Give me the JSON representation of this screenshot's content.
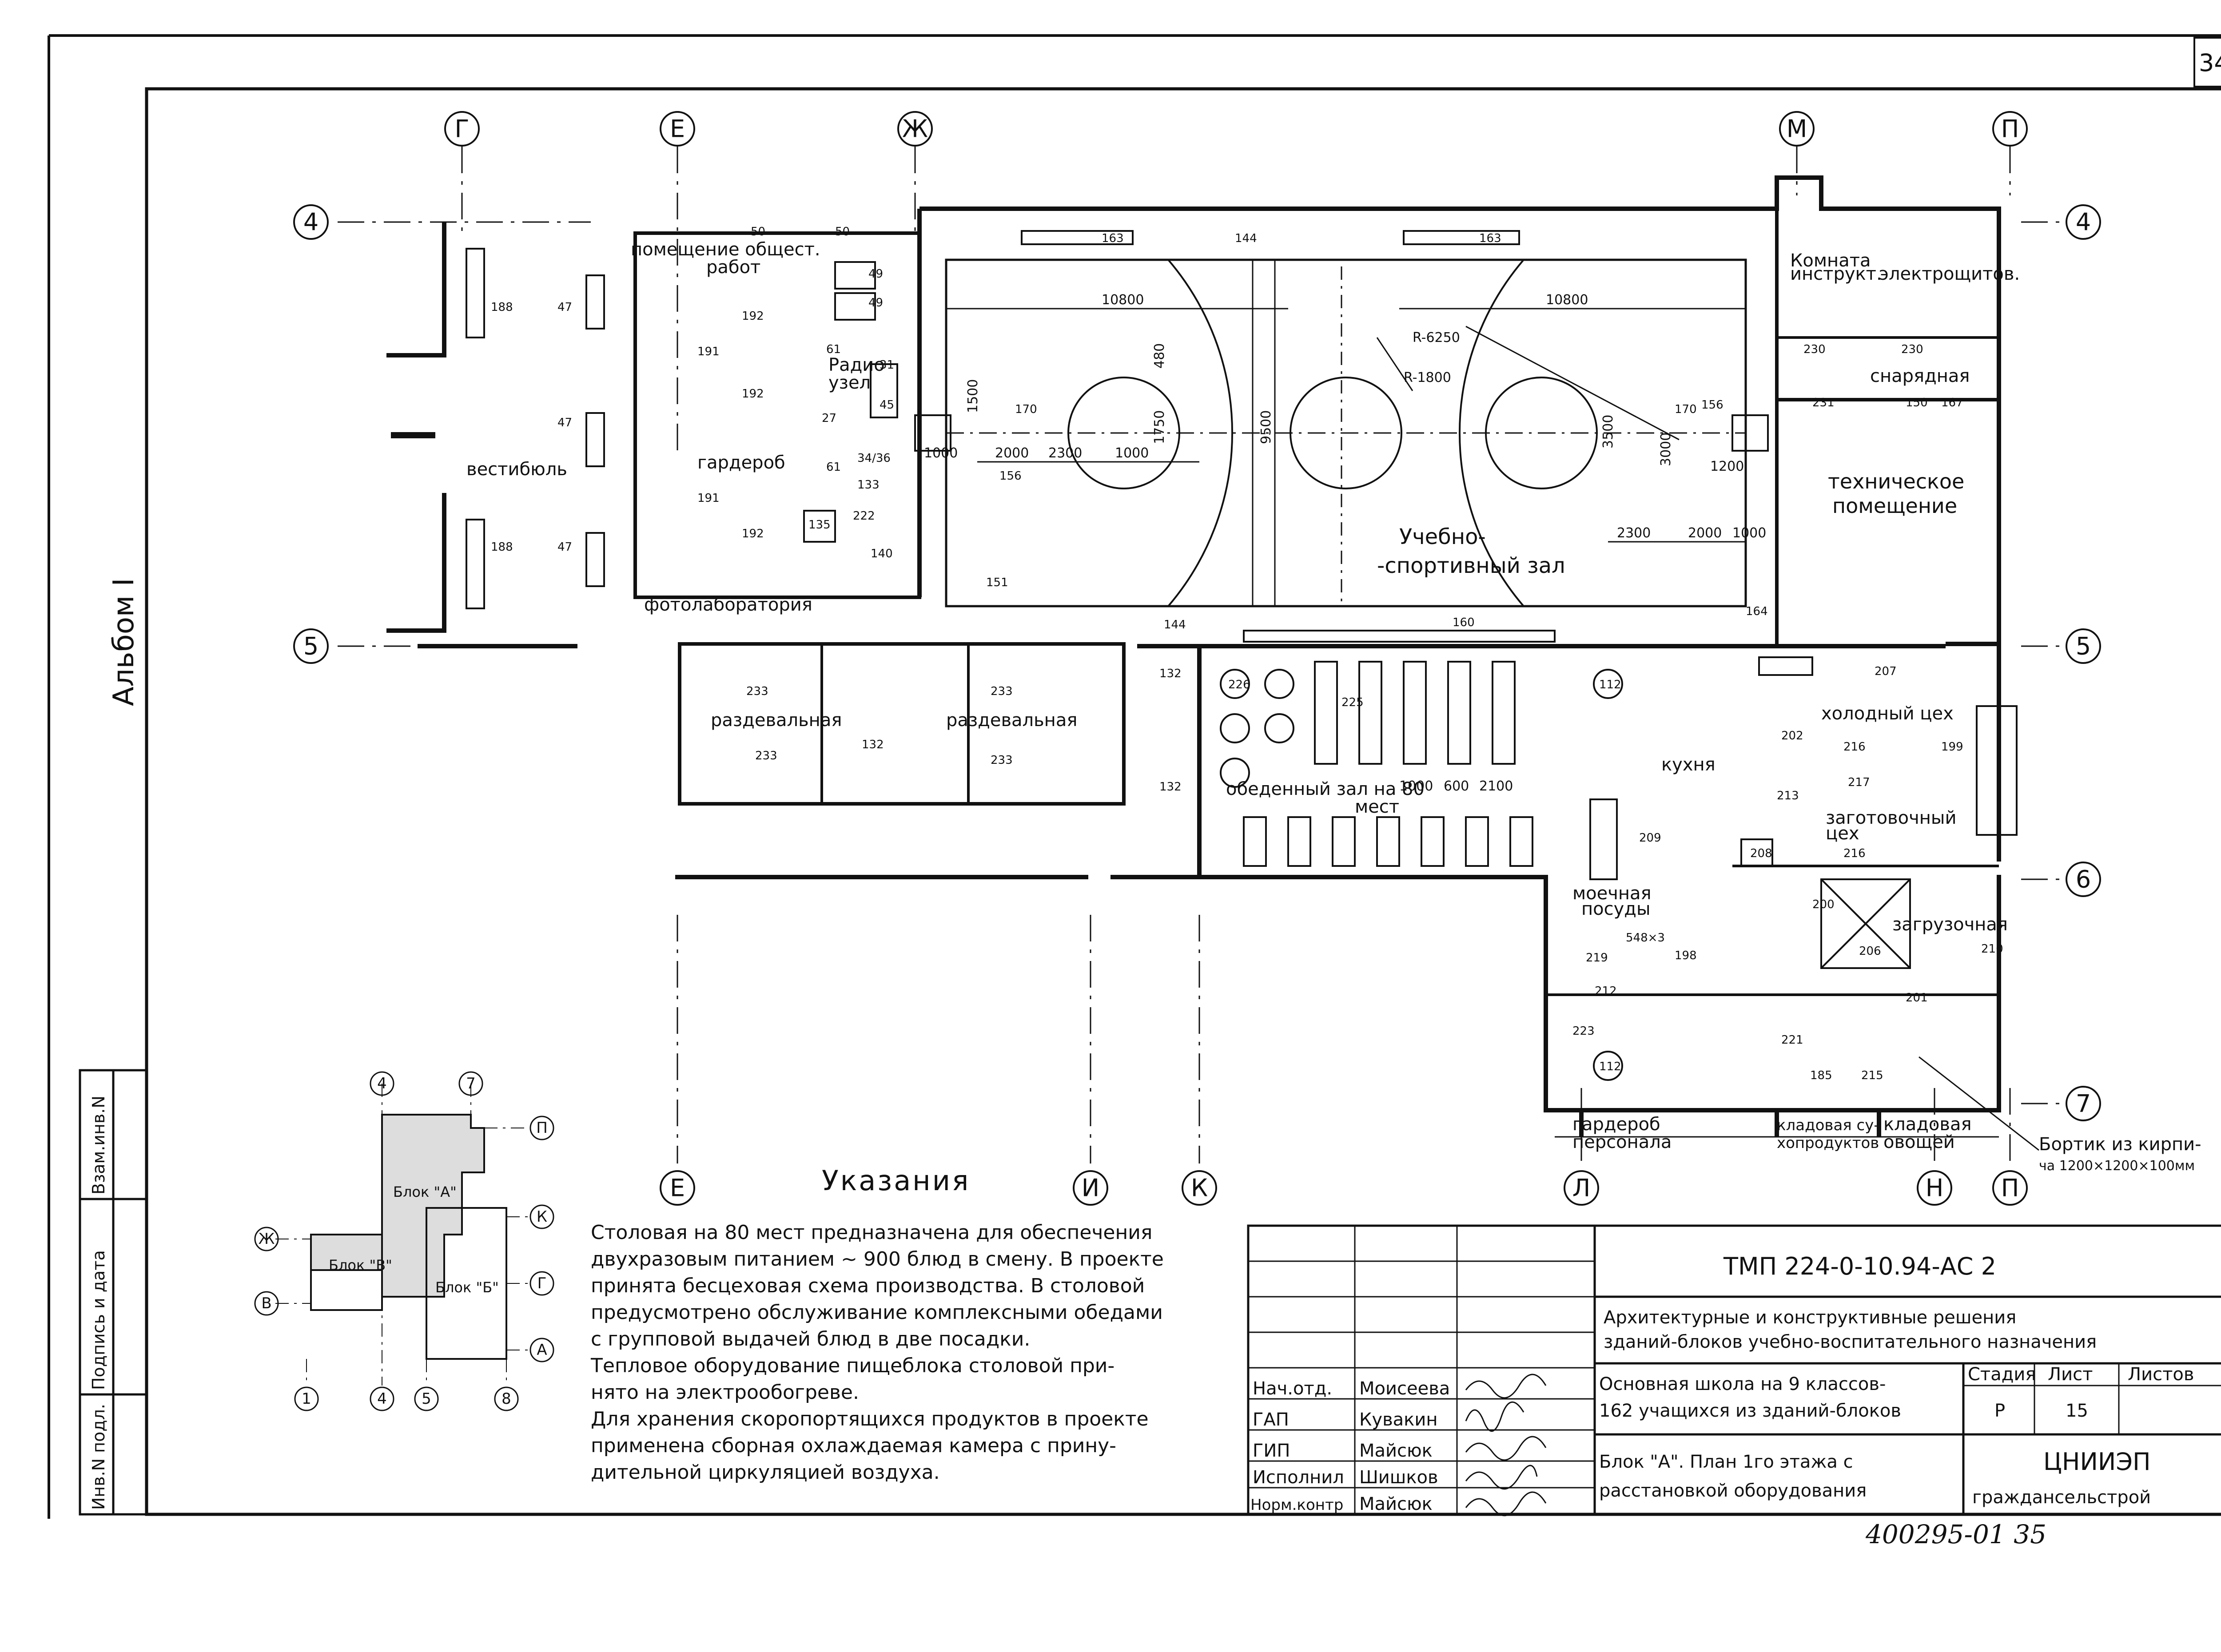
{
  "sheet": {
    "page_number": "34",
    "album_label": "Альбом I"
  },
  "axes": {
    "top": [
      "Г",
      "Е",
      "Ж",
      "М",
      "П"
    ],
    "bottom": [
      "Е",
      "И",
      "К",
      "Л",
      "Н",
      "П"
    ],
    "left": [
      "4",
      "5"
    ],
    "right": [
      "4",
      "5",
      "6",
      "7"
    ]
  },
  "rooms": {
    "vestibule": "вестибюль",
    "public_work": "помещение общест.",
    "public_work2": "работ",
    "radio": "Радио",
    "radio2": "узел",
    "wardrobe": "гардероб",
    "photolab": "фотолаборатория",
    "sports_hall": "Учебно-",
    "sports_hall2": "-спортивный зал",
    "instructor": "Комната",
    "instructor2": "инструкт.",
    "electrical": "электрощитов.",
    "equipment": "снарядная",
    "technical": "техническое",
    "technical2": "помещение",
    "changing1": "раздевальная",
    "changing2": "раздевальная",
    "dining": "обеденный зал на 80",
    "dining2": "мест",
    "kitchen": "кухня",
    "cold_shop": "холодный цех",
    "prep_shop": "заготовочный",
    "prep_shop2": "цех",
    "dishwash": "моечная",
    "dishwash2": "посуды",
    "loading": "загрузочная",
    "staff_wardrobe": "гардероб",
    "staff_wardrobe2": "персонала",
    "dry_store": "кладовая су-",
    "dry_store2": "хопродуктов",
    "veg_store": "кладовая",
    "veg_store2": "овощей",
    "kerb": "Бортик из кирпи-",
    "kerb2": "ча 1200×1200×100мм"
  },
  "dimensions": {
    "d10800a": "10800",
    "d10800b": "10800",
    "d9500": "9500",
    "r6250": "R-6250",
    "r1800": "R-1800",
    "d2300a": "2300",
    "d2000a": "2000",
    "d1000a": "1000",
    "d1750a": "1750",
    "d1500a": "1500",
    "d480a": "480",
    "d2300b": "2300",
    "d2000b": "2000",
    "d1000b": "1000",
    "d3500": "3500",
    "d3000": "3000",
    "d1200": "1200",
    "d1000c": "1000",
    "d2100": "2100",
    "d1000d": "1000",
    "d600": "600"
  },
  "marks": {
    "m188a": "188",
    "m188b": "188",
    "m47a": "47",
    "m47b": "47",
    "m47c": "47",
    "m50a": "50",
    "m50b": "50",
    "m49a": "49",
    "m49b": "49",
    "m192a": "192",
    "m192b": "192",
    "m192c": "192",
    "m191a": "191",
    "m191b": "191",
    "m61a": "61",
    "m61b": "61",
    "m31": "31",
    "m45": "45",
    "m27": "27",
    "m3436": "34/36",
    "m133": "133",
    "m135": "135",
    "m222": "222",
    "m140": "140",
    "m163a": "163",
    "m163b": "163",
    "m144a": "144",
    "m144b": "144",
    "m170a": "170",
    "m170b": "170",
    "m156a": "156",
    "m156b": "156",
    "m151": "151",
    "m160": "160",
    "m164": "164",
    "m230a": "230",
    "m230b": "230",
    "m231": "231",
    "m150": "150",
    "m167": "167",
    "m233a": "233",
    "m233b": "233",
    "m233c": "233",
    "m233d": "233",
    "m132a": "132",
    "m132b": "132",
    "m132c": "132",
    "m226": "226",
    "m225": "225",
    "m112a": "112",
    "m112b": "112",
    "m207": "207",
    "m216a": "216",
    "m216b": "216",
    "m217": "217",
    "m199": "199",
    "m202": "202",
    "m213": "213",
    "m209": "209",
    "m208": "208",
    "m206": "206",
    "m210": "210",
    "m200": "200",
    "m201": "201",
    "m221": "221",
    "m185": "185",
    "m215": "215",
    "m219": "219",
    "m212": "212",
    "m223": "223",
    "m198": "198",
    "m548": "548×3"
  },
  "keyplan": {
    "block_a": "Блок \"А\"",
    "block_b": "Блок \"Б\"",
    "block_v": "Блок \"В\"",
    "axes": [
      "4",
      "7",
      "П",
      "К",
      "Ж",
      "В",
      "Г",
      "А",
      "1",
      "4",
      "5",
      "8"
    ]
  },
  "side_stamp": {
    "inv_orig": "Инв.N подл.",
    "sign_date": "Подпись и дата",
    "inv_repl": "Взам.инв.N"
  },
  "notes": {
    "heading": "Указания",
    "lines": [
      "Столовая на 80 мест предназначена для обеспечения",
      "двухразовым питанием ~ 900 блюд в смену. В проекте",
      "принята бесцеховая схема производства. В столовой",
      "предусмотрено обслуживание комплексными обедами",
      "с групповой выдачей блюд в две посадки.",
      "Тепловое оборудование пищеблока столовой при-",
      "нято на электрообогреве.",
      "Для хранения скоропортящихся продуктов в проекте",
      "применена сборная охлаждаемая камера с прину-",
      "дительной циркуляцией воздуха."
    ]
  },
  "title_block": {
    "code": "ТМП 224-0-10.94-АС 2",
    "descr1": "Архитектурные и конструктивные решения",
    "descr2": "зданий-блоков учебно-воспитательного назначения",
    "object1": "Основная школа на 9 классов-",
    "object2": "162 учащихся из зданий-блоков",
    "stage_h": "Стадия",
    "sheet_h": "Лист",
    "sheets_h": "Листов",
    "stage": "Р",
    "sheet": "15",
    "sheets": "",
    "drawing1": "Блок \"А\". План 1го этажа с",
    "drawing2": "расстановкой оборудования",
    "org1": "ЦНИИЭП",
    "org2": "граждансельстрой",
    "roles": [
      {
        "role": "Нач.отд.",
        "name": "Моисеева"
      },
      {
        "role": "ГАП",
        "name": "Кувакин"
      },
      {
        "role": "ГИП",
        "name": "Майсюк"
      },
      {
        "role": "Исполнил",
        "name": "Шишков"
      },
      {
        "role": "Норм.контр",
        "name": "Майсюк"
      }
    ]
  },
  "inventory_number": "400295-01 35"
}
